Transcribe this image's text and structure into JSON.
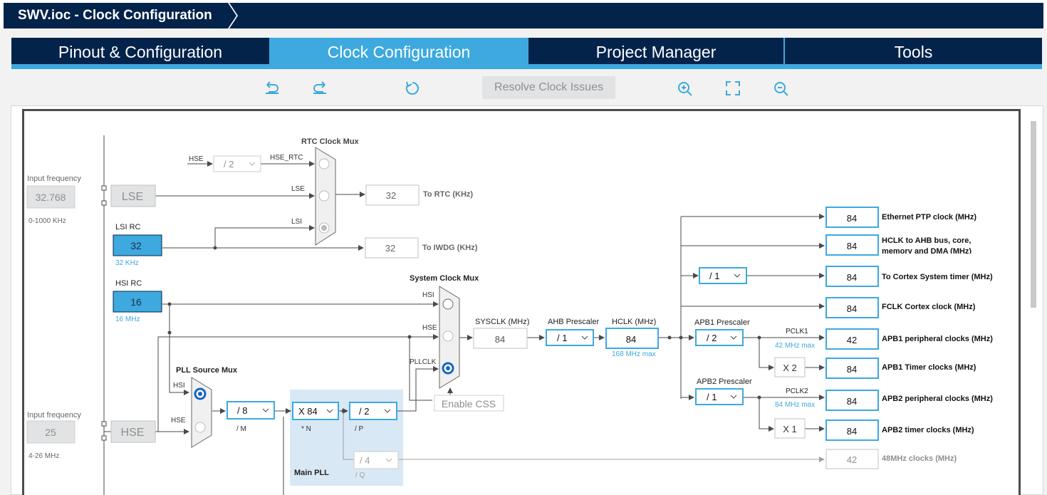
{
  "window": {
    "title": "SWV.ioc - Clock Configuration"
  },
  "tabs": [
    {
      "label": "Pinout & Configuration"
    },
    {
      "label": "Clock Configuration"
    },
    {
      "label": "Project Manager"
    },
    {
      "label": "Tools"
    }
  ],
  "toolbar": {
    "resolve_label": "Resolve Clock Issues"
  },
  "lse": {
    "section_label": "Input frequency",
    "value": "32.768",
    "range": "0-1000 KHz",
    "block": "LSE"
  },
  "lsi": {
    "label": "LSI RC",
    "value": "32",
    "note": "32 KHz"
  },
  "hsi": {
    "label": "HSI RC",
    "value": "16",
    "note": "16 MHz"
  },
  "hse": {
    "section_label": "Input frequency",
    "value": "25",
    "range": "4-26 MHz",
    "block": "HSE"
  },
  "rtc_mux": {
    "title": "RTC Clock Mux",
    "hse_in": "HSE",
    "div": "/ 2",
    "hse_rtc": "HSE_RTC",
    "lse_in": "LSE",
    "lsi_in": "LSI",
    "rtc_value": "32",
    "rtc_label": "To RTC (KHz)",
    "iwdg_value": "32",
    "iwdg_label": "To IWDG (KHz)"
  },
  "pll_src": {
    "title": "PLL Source Mux",
    "hsi_in": "HSI",
    "hse_in": "HSE"
  },
  "pll": {
    "m_value": "/ 8",
    "m_label": "/ M",
    "n_value": "X 84",
    "n_label": "* N",
    "p_value": "/ 2",
    "p_label": "/ P",
    "q_value": "/ 4",
    "q_label": "/ Q",
    "title": "Main PLL"
  },
  "sys_mux": {
    "title": "System Clock Mux",
    "hsi_in": "HSI",
    "hse_in": "HSE",
    "pll_in": "PLLCLK",
    "css_label": "Enable CSS"
  },
  "sysclk": {
    "label": "SYSCLK (MHz)",
    "value": "84"
  },
  "ahb": {
    "label": "AHB Prescaler",
    "value": "/ 1"
  },
  "hclk": {
    "label": "HCLK (MHz)",
    "value": "84",
    "max": "168 MHz max"
  },
  "apb1": {
    "label": "APB1 Prescaler",
    "value": "/ 2",
    "pclk": "PCLK1",
    "max": "42 MHz max",
    "timer_mult": "X 2"
  },
  "apb2": {
    "label": "APB2 Prescaler",
    "value": "/ 1",
    "pclk": "PCLK2",
    "max": "84 MHz max",
    "timer_mult": "X 1"
  },
  "cortex_div": "/ 1",
  "outputs": [
    {
      "value": "84",
      "label": "Ethernet PTP clock (MHz)"
    },
    {
      "value": "84",
      "label": "HCLK to AHB bus, core,",
      "label2": "memory and DMA (MHz)"
    },
    {
      "value": "84",
      "label": "To Cortex System timer (MHz)"
    },
    {
      "value": "84",
      "label": "FCLK Cortex clock (MHz)"
    },
    {
      "value": "42",
      "label": "APB1 peripheral clocks (MHz)"
    },
    {
      "value": "84",
      "label": "APB1 Timer clocks (MHz)"
    },
    {
      "value": "84",
      "label": "APB2 peripheral clocks (MHz)"
    },
    {
      "value": "84",
      "label": "APB2 timer clocks (MHz)"
    },
    {
      "value": "42",
      "label": "48MHz clocks (MHz)"
    }
  ],
  "colors": {
    "navy": "#03234b",
    "accent": "#3da9de",
    "blue_block": "#3da9de",
    "line": "#4a4a4a",
    "disabled": "#e2e3e4"
  }
}
